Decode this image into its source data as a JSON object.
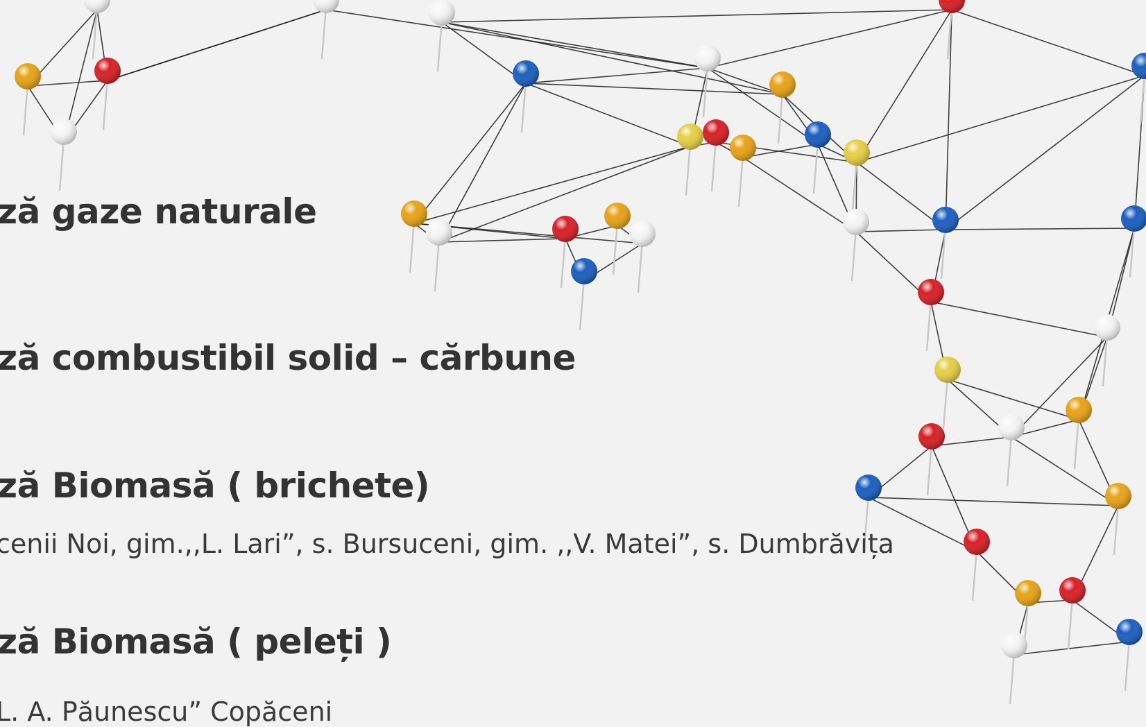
{
  "sections": [
    {
      "heading": "ză gaze naturale",
      "subtext": ""
    },
    {
      "heading": "ză combustibil solid – cărbune",
      "subtext": ""
    },
    {
      "heading": "ză Biomasă ( brichete)",
      "subtext": "cenii Noi, gim.,,L. Lari”, s. Bursuceni, gim. ,,V. Matei”, s. Dumbrăvița"
    },
    {
      "heading": "ză Biomasă ( peleți )",
      "subtext": "L. A. Păunescu” Copăceni"
    }
  ],
  "decoration": {
    "name": "pushpin-network-icon",
    "pin_colors": [
      "#e8a317",
      "#d81f26",
      "#f5f5f5",
      "#1a5fc0",
      "#e6cf45"
    ],
    "thread_color": "#1e1e1e"
  }
}
